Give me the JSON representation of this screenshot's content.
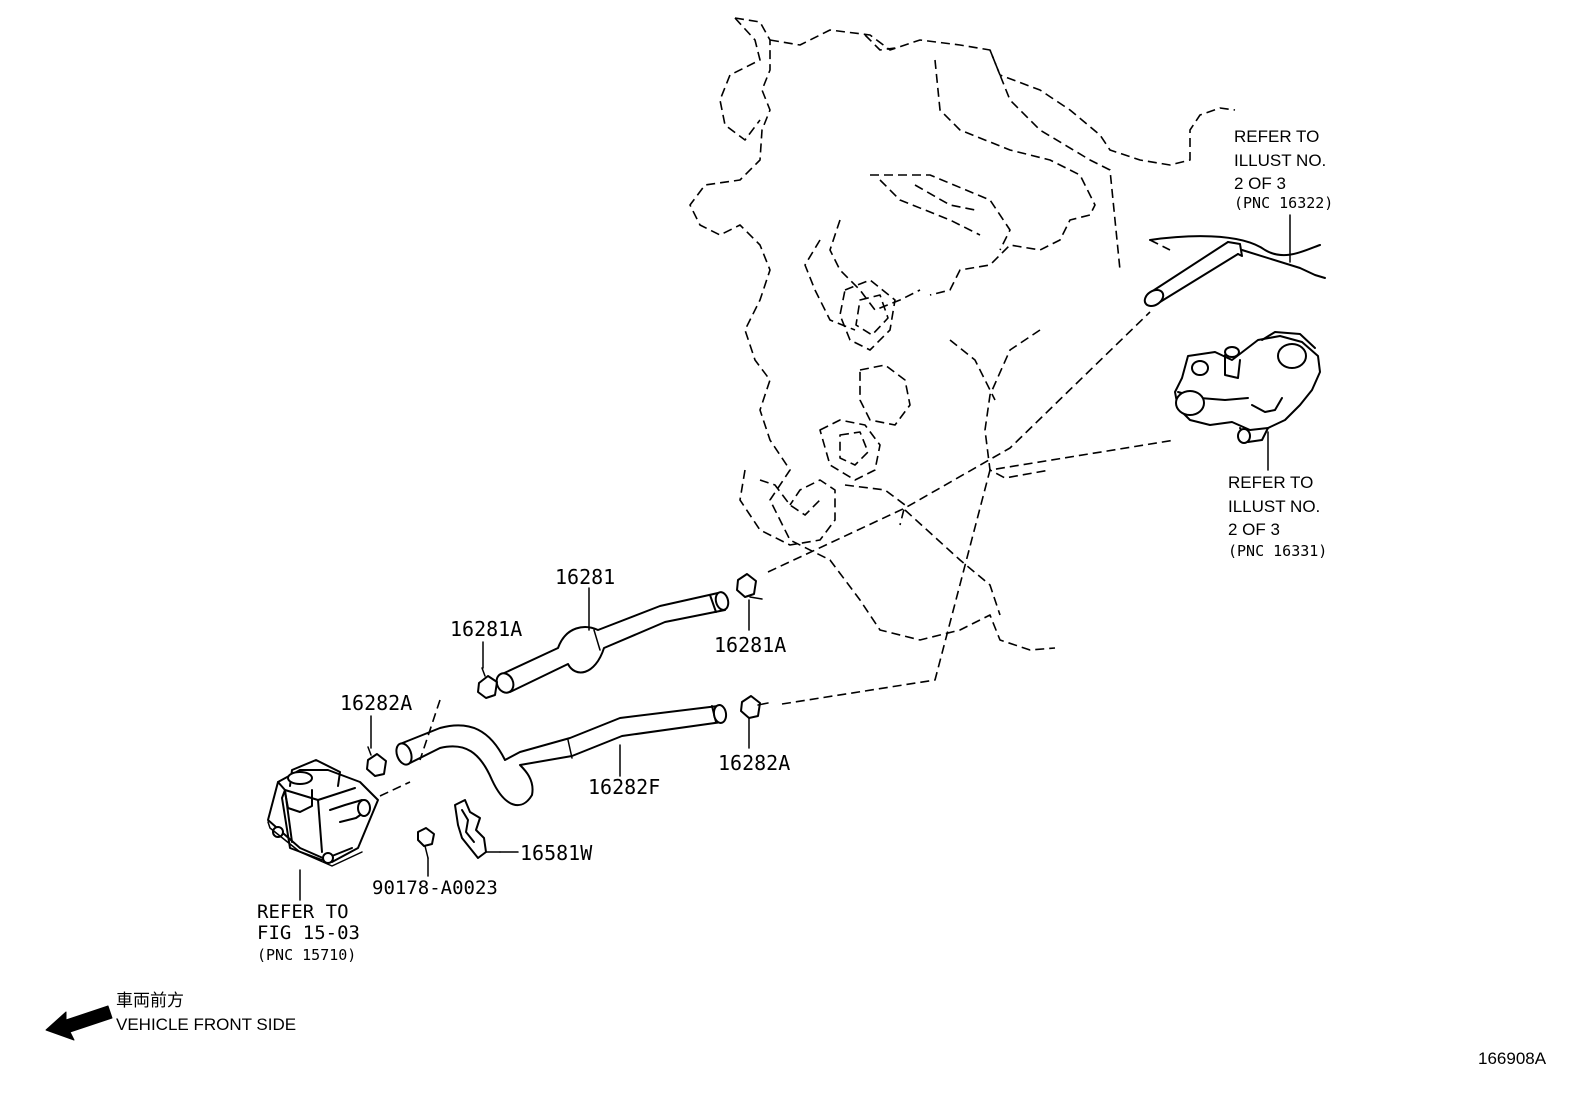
{
  "part_labels": {
    "p16281": "16281",
    "p16281A_left": "16281A",
    "p16281A_right": "16281A",
    "p16282A_left": "16282A",
    "p16282A_right": "16282A",
    "p16282F": "16282F",
    "p16581W": "16581W",
    "p90178": "90178-A0023"
  },
  "refs": {
    "top_right": [
      "REFER TO",
      "ILLUST NO.",
      "2 OF 3",
      "(PNC 16322)"
    ],
    "mid_right": [
      "REFER TO",
      "ILLUST NO.",
      "2 OF 3",
      "(PNC 16331)"
    ],
    "bottom_left": [
      "REFER TO",
      "FIG 15-03",
      "(PNC 15710)"
    ]
  },
  "direction": {
    "japanese": "車両前方",
    "english": "VEHICLE FRONT SIDE"
  },
  "diagram_id": "166908A"
}
